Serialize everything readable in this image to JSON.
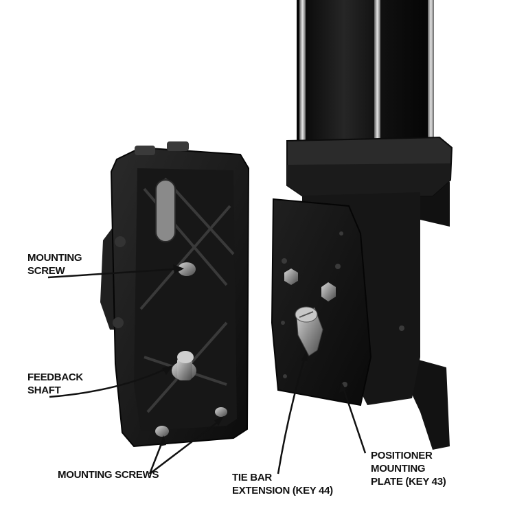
{
  "labels": {
    "mounting_screw": [
      "MOUNTING",
      "SCREW"
    ],
    "feedback_shaft": [
      "FEEDBACK",
      "SHAFT"
    ],
    "mounting_screws": [
      "MOUNTING SCREWS"
    ],
    "tie_bar_extension": [
      "TIE BAR",
      "EXTENSION (KEY 44)"
    ],
    "positioner_mounting_plate": [
      "POSITIONER",
      "MOUNTING",
      "PLATE (KEY 43)"
    ]
  },
  "colors": {
    "background": "#ffffff",
    "housing": "#1a1a1a",
    "plate": "#141414",
    "cylinder": "#0f0f0f",
    "metal": "#9a9a9a",
    "text": "#111111"
  }
}
